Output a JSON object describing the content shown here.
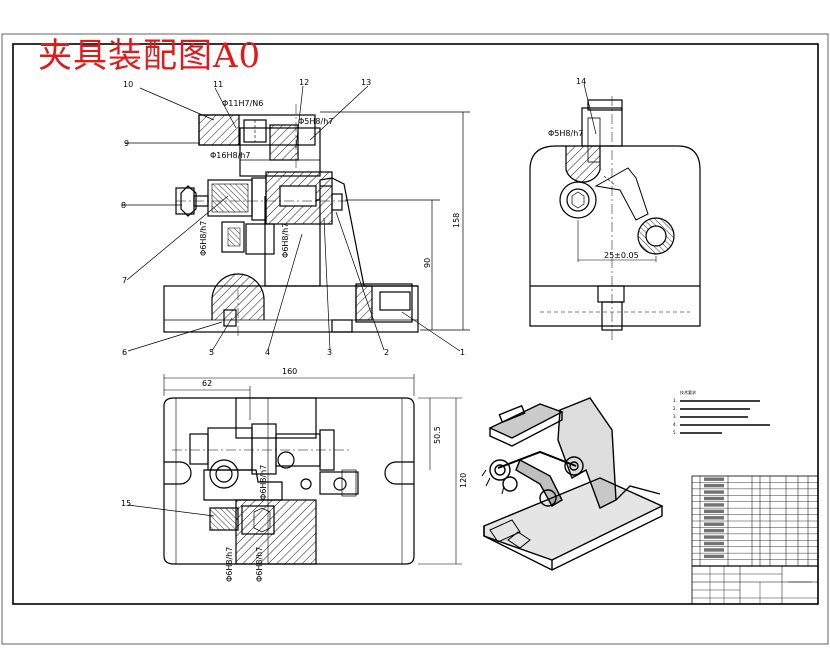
{
  "title": "夹具装配图A0",
  "colors": {
    "title": "#e0191b",
    "line": "#000000",
    "hatch": "#000000"
  },
  "front_view": {
    "callouts": [
      "10",
      "11",
      "12",
      "13",
      "9",
      "8",
      "7",
      "6",
      "5",
      "4",
      "3",
      "2",
      "1"
    ],
    "fits": [
      "Φ11H7/N6",
      "Φ5H8/h7",
      "Φ16H8/h7",
      "Φ6H8/h7",
      "Φ6H8/h7"
    ],
    "dims": [
      "158",
      "90"
    ]
  },
  "side_view": {
    "callouts": [
      "14"
    ],
    "fits": [
      "Φ5H8/h7"
    ],
    "dims": [
      "25±0.05"
    ]
  },
  "top_view": {
    "callouts": [
      "15"
    ],
    "fits": [
      "Φ6H8/h7",
      "Φ6H8/h7",
      "Φ6H8/h7"
    ],
    "dims": [
      "160",
      "62",
      "50.5",
      "120"
    ]
  },
  "tech_notes": {
    "heading": "技术要求",
    "lines": [
      "1.",
      "2.",
      "3.",
      "4.",
      "5."
    ]
  },
  "title_block": {
    "rows": 14
  }
}
